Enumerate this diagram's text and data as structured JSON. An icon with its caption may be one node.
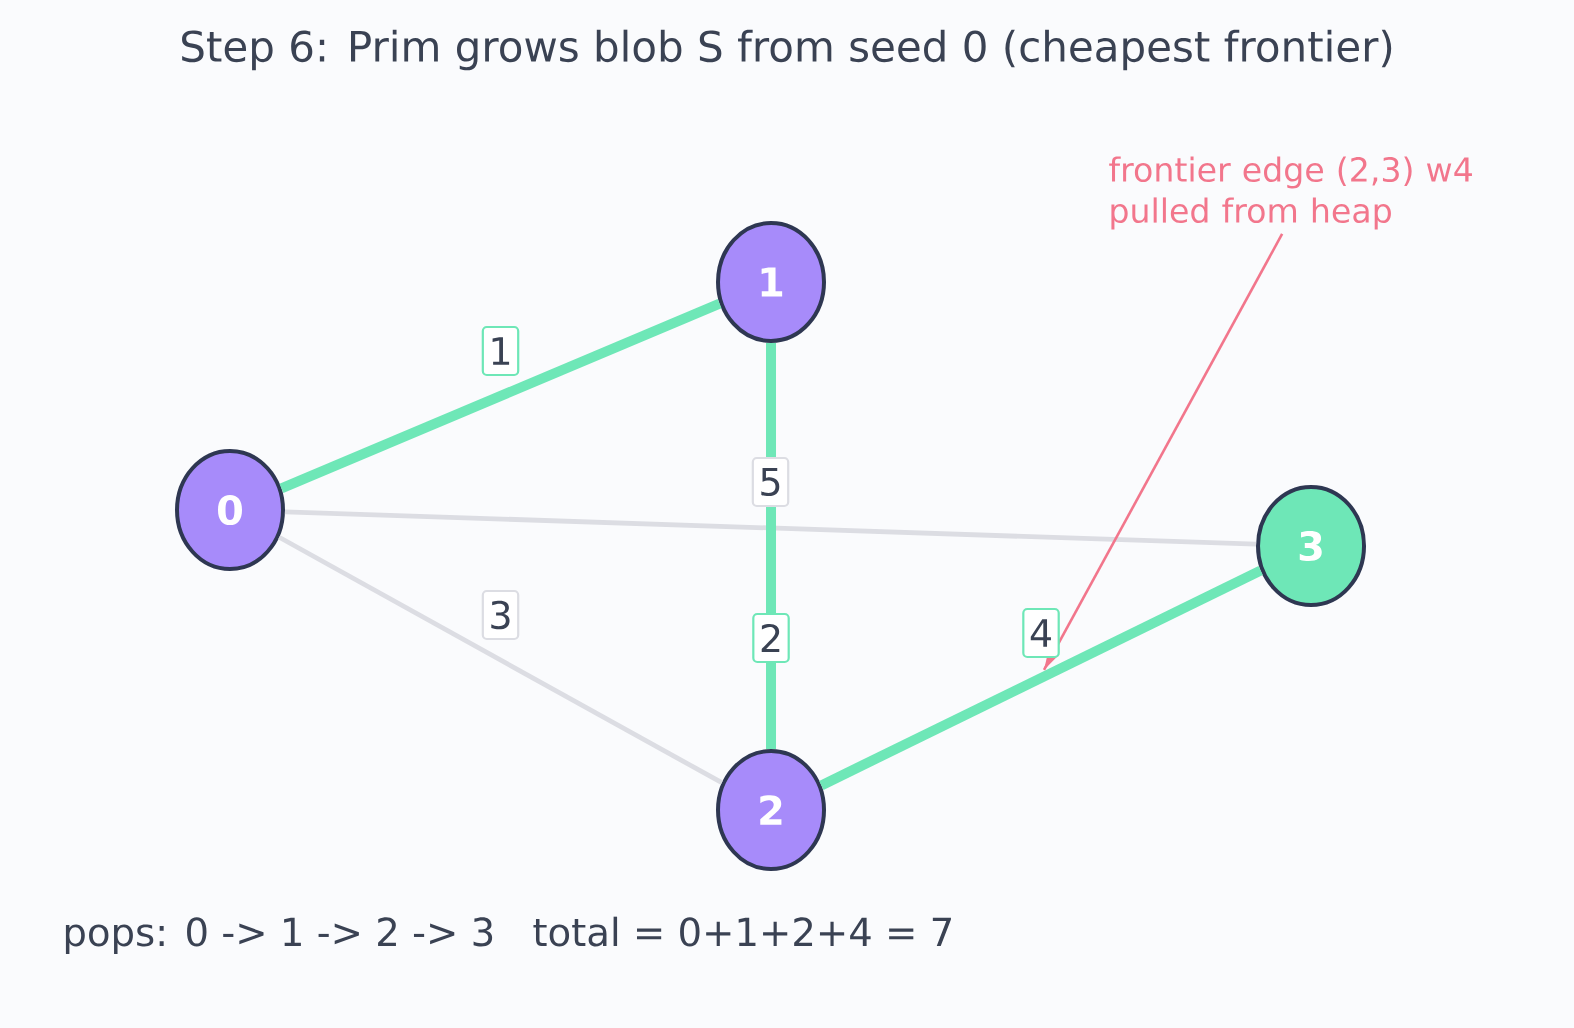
{
  "diagram": {
    "title": "Step 6: Prim grows blob S from seed 0 (cheapest frontier)",
    "nodes": [
      {
        "text": [
          "0"
        ]
      },
      {
        "text": [
          "1"
        ]
      },
      {
        "text": [
          "2"
        ]
      },
      {
        "text": [
          "3"
        ]
      },
      {
        "text": [
          "frontier edge (2,3) w4 pulled from heap"
        ]
      }
    ],
    "edges": [
      {
        "from": 0,
        "to": 1,
        "arrow": "none",
        "label": "1",
        "style": "thick",
        "color": "#6ee7b7"
      },
      {
        "from": 0,
        "to": 3,
        "arrow": "none",
        "label": "5",
        "color": "#dcdde3"
      },
      {
        "from": 0,
        "to": 2,
        "arrow": "none",
        "label": "3",
        "color": "#dcdde3"
      },
      {
        "from": 1,
        "to": 2,
        "arrow": "none",
        "label": "2",
        "style": "thick",
        "color": "#6ee7b7"
      },
      {
        "from": 2,
        "to": 3,
        "arrow": "none",
        "label": "4",
        "style": "thick",
        "color": "#6ee7b7"
      },
      {
        "from": 4,
        "to": null,
        "arrow": "to",
        "color": "#f2768c"
      }
    ],
    "labels": [
      "pops: 0 -> 1 -> 2 -> 3",
      "total = 0+1+2+4 = 7"
    ]
  }
}
